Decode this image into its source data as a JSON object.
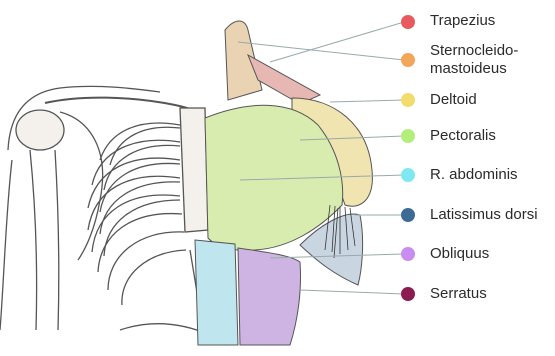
{
  "legend": [
    {
      "id": "trapezius",
      "label": "Trapezius",
      "color": "#e85a5f"
    },
    {
      "id": "sternocleidomastoideus",
      "label_lines": [
        "Sternocleido-",
        "mastoideus"
      ],
      "color": "#f2a65a"
    },
    {
      "id": "deltoid",
      "label": "Deltoid",
      "color": "#f2dc6d"
    },
    {
      "id": "pectoralis",
      "label": "Pectoralis",
      "color": "#b3ee7a"
    },
    {
      "id": "rectus-abdominis",
      "label": "R. abdominis",
      "color": "#7fe8f2"
    },
    {
      "id": "latissimus-dorsi",
      "label": "Latissimus dorsi",
      "color": "#3d6b95"
    },
    {
      "id": "obliquus",
      "label": "Obliquus",
      "color": "#c98cf0"
    },
    {
      "id": "serratus",
      "label": "Serratus",
      "color": "#8a1c4f"
    }
  ],
  "illustration": {
    "muscle_colors": {
      "trapezius": "#e7b8b3",
      "sternocleido": "#e9d3b2",
      "deltoid": "#f0e4b0",
      "pectoralis": "#d8ecb0",
      "rectus_abdominis": "#bfe6ee",
      "latissimus": "#c9d6e2",
      "obliquus": "#cdb4e3",
      "bone": "#f4f1ec",
      "outline": "#444444"
    }
  }
}
